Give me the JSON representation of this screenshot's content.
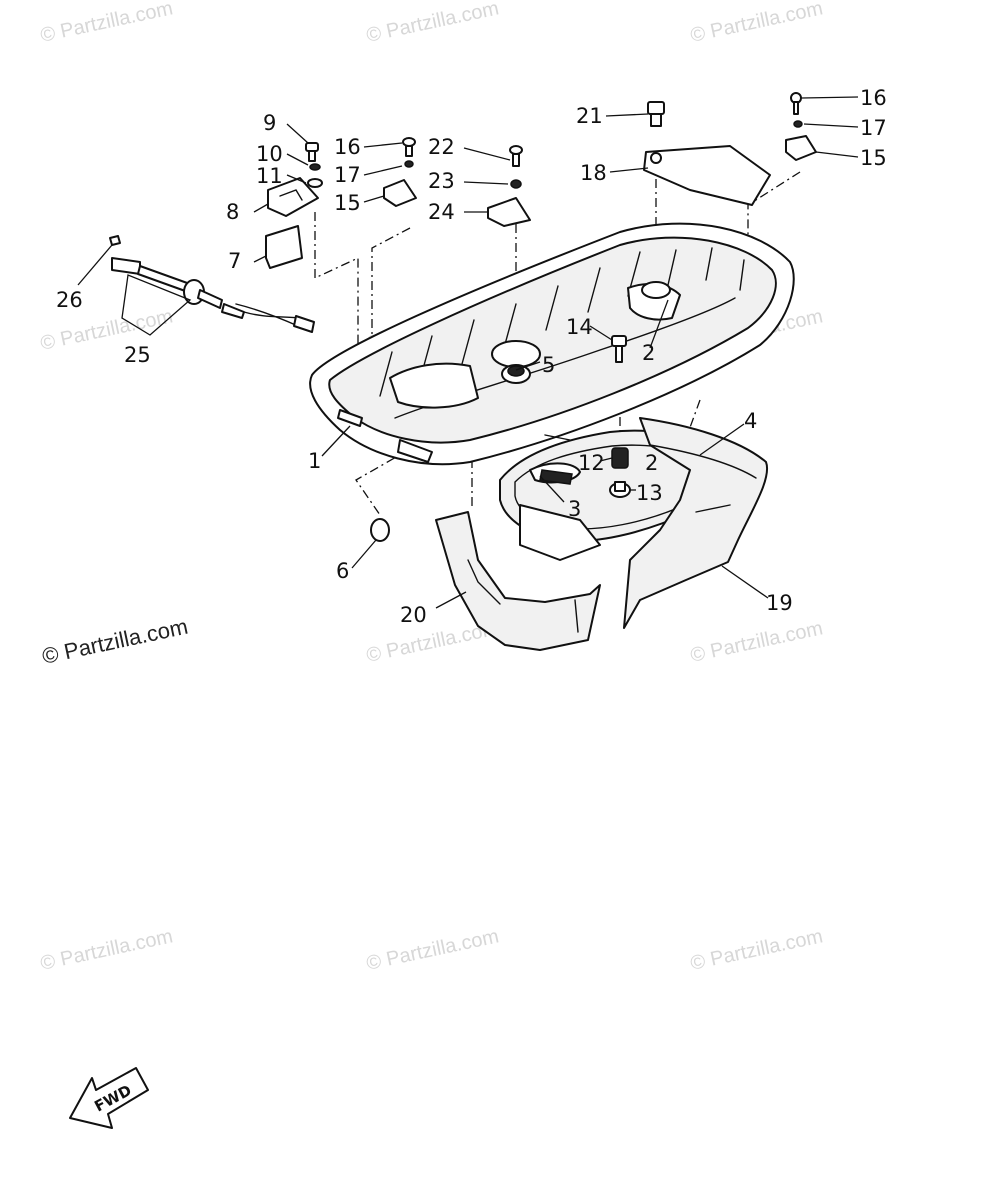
{
  "watermark": {
    "text": "© Partzilla.com",
    "primary_text": "© Partzilla.com",
    "color": "#d7d7d7",
    "primary_color": "#222222"
  },
  "fwd_indicator": {
    "label": "FWD"
  },
  "callouts": {
    "c1": "1",
    "c2a": "2",
    "c2b": "2",
    "c3": "3",
    "c4": "4",
    "c5": "5",
    "c6": "6",
    "c7": "7",
    "c8": "8",
    "c9": "9",
    "c10": "10",
    "c11": "11",
    "c12": "12",
    "c13": "13",
    "c14": "14",
    "c15a": "15",
    "c15b": "15",
    "c16a": "16",
    "c16b": "16",
    "c17a": "17",
    "c17b": "17",
    "c18": "18",
    "c19": "19",
    "c20": "20",
    "c21": "21",
    "c22": "22",
    "c23": "23",
    "c24": "24",
    "c25": "25",
    "c26": "26"
  }
}
